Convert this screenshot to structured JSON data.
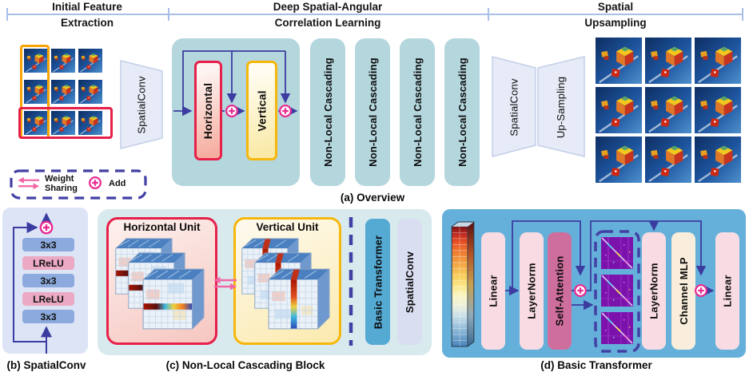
{
  "header": {
    "sections": [
      {
        "line1": "Initial Feature",
        "line2": "Extraction"
      },
      {
        "line1": "Deep Spatial-Angular",
        "line2": "Correlation Learning"
      },
      {
        "line1": "Spatial",
        "line2": "Upsampling"
      }
    ]
  },
  "overview": {
    "caption": "(a) Overview",
    "spatialconv_label": "SpatialConv",
    "horizontal_label": "Horizontal",
    "vertical_label": "Vertical",
    "cascading_label": "Non-Local Cascading",
    "upsampling_spatialconv_label": "SpatialConv",
    "upsampling_label": "Up-Sampling"
  },
  "legend": {
    "weight_sharing_line1": "Weight",
    "weight_sharing_line2": "Sharing",
    "add_label": "Add"
  },
  "spatialconv_block": {
    "caption": "(b) SpatialConv",
    "layers": [
      "3x3",
      "LReLU",
      "3x3",
      "LReLU",
      "3x3"
    ]
  },
  "cascading_block": {
    "caption": "(c) Non-Local Cascading Block",
    "horizontal_unit_title": "Horizontal Unit",
    "vertical_unit_title": "Vertical Unit",
    "basic_transformer_label": "Basic Transformer",
    "spatialconv_label": "SpatialConv"
  },
  "transformer_block": {
    "caption": "(d) Basic Transformer",
    "layers": [
      "Linear",
      "LayerNorm",
      "Self-Attention",
      "LayerNorm",
      "Channel MLP",
      "Linear"
    ]
  },
  "icons": {
    "add_icon": "circled-plus",
    "weight_sharing_icon": "pink-double-arrow",
    "arrow_icon": "indigo-flow-arrow"
  },
  "colors": {
    "teal_box": "#b4d6dd",
    "cascading_bg": "#d9eaee",
    "transformer_bg": "#65b0da",
    "spatialconv_bg": "#dce4f6",
    "conv_layer": "#8caadd",
    "lrelu_layer": "#eca9c4",
    "pink_layer": "#f9dce3",
    "self_attention": "#ce6e9c",
    "channel_mlp": "#f9eedb",
    "basic_transformer_box": "#55aad4",
    "spatialconv_pill": "#d9def1",
    "red_border": "#e62049",
    "yellow_border": "#f6b70c",
    "orange_border": "#f6a408",
    "arrow_indigo": "#3c3ca0",
    "dashed_indigo": "#4340a4",
    "add_magenta": "#e72b92",
    "weight_share_pink": "#f266a6",
    "header_rule": "#a9bfe8",
    "trapezoid_fill": "#e7ebf7"
  }
}
